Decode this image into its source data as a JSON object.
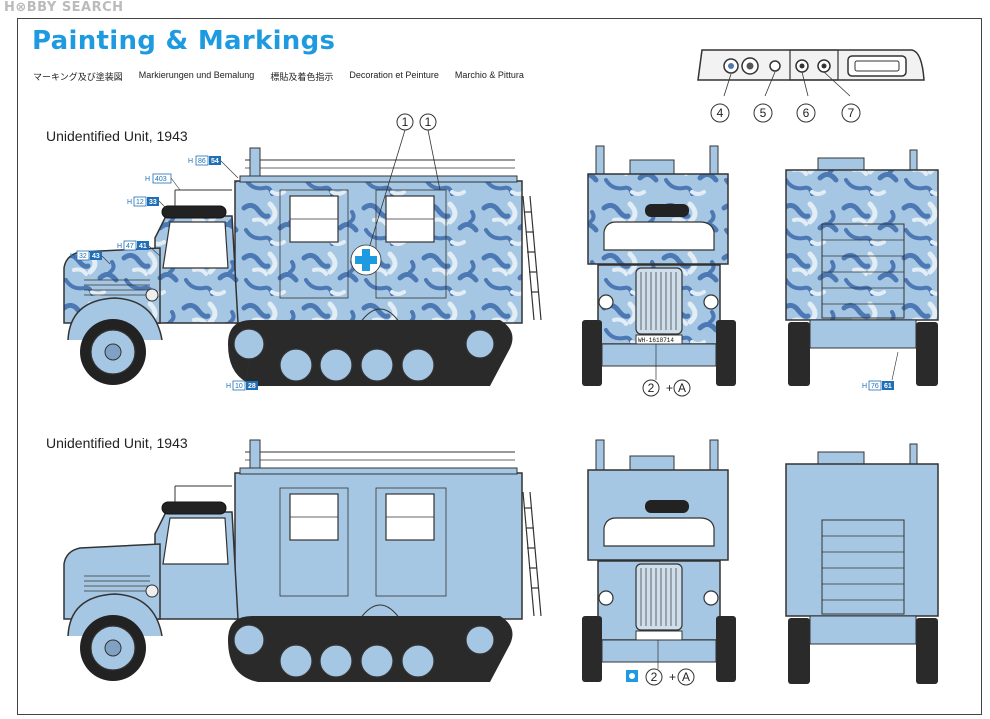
{
  "watermark": "H⊗BBY SEARCH",
  "title": "Painting & Markings",
  "subtitles": [
    "マーキング及び塗装図",
    "Markierungen und Bemalung",
    "標貼及着色指示",
    "Decoration et Peinture",
    "Marchio & Pittura"
  ],
  "profiles": [
    {
      "unit": "Unidentified Unit, 1943",
      "scheme": "camouflage"
    },
    {
      "unit": "Unidentified Unit, 1943",
      "scheme": "plain"
    }
  ],
  "callouts": {
    "decal_top": "1",
    "paint_top": "1",
    "front_decal_top": "2",
    "front_paint_top": "A",
    "front_decal_bottom": "2",
    "front_paint_bottom": "A",
    "plus": "+",
    "dash_parts": [
      "4",
      "5",
      "6",
      "7"
    ]
  },
  "plate_text": "WH-1618714",
  "marks": [
    {
      "h": "H",
      "n": "86",
      "b": "54"
    },
    {
      "h": "H",
      "n": "403",
      "b": ""
    },
    {
      "h": "H",
      "n": "12",
      "b": "33"
    },
    {
      "h": "H",
      "n": "47",
      "b": "41"
    },
    {
      "h": "H",
      "n": "32",
      "b": "43"
    },
    {
      "h": "H",
      "n": "10",
      "b": "28"
    },
    {
      "h": "H",
      "n": "76",
      "b": "61"
    }
  ],
  "colors": {
    "title": "#1e9be0",
    "base_paint": "#a6c7e3",
    "camo_dark": "#4c78b4",
    "camo_light": "#e3edf6",
    "outline": "#333333",
    "track": "#2a2a2a",
    "marker_box": "#1f6fb6"
  }
}
